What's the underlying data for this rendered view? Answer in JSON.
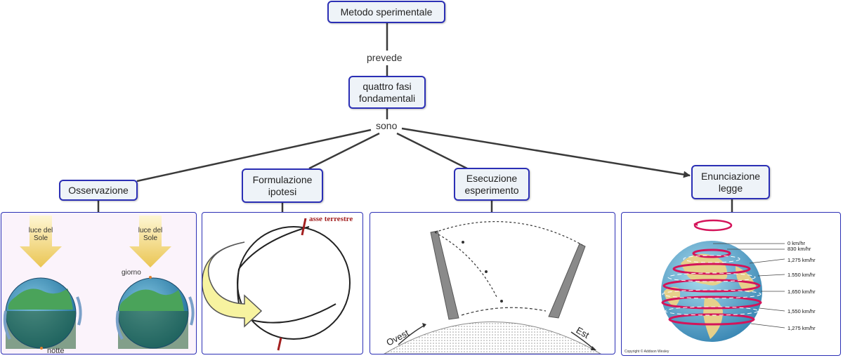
{
  "nodes": {
    "root": "Metodo sperimentale",
    "phases": "quattro fasi\nfondamentali",
    "observation": "Osservazione",
    "hypothesis": "Formulazione\nipotesi",
    "experiment": "Esecuzione\nesperimento",
    "law": "Enunciazione\nlegge"
  },
  "links": {
    "prevede": "prevede",
    "sono": "sono"
  },
  "panel_observation": {
    "sun_label_left": "luce del\nSole",
    "sun_label_right": "luce del\nSole",
    "day_label": "giorno",
    "night_label": "notte"
  },
  "panel_hypothesis": {
    "axis_label": "asse terrestre"
  },
  "panel_experiment": {
    "west_label": "Ovest",
    "east_label": "Est"
  },
  "panel_law": {
    "speeds": [
      "0 km/hr",
      "830 km/hr",
      "1,275 km/hr",
      "1.550 km/hr",
      "1,650 km/hr",
      "1,550 km/hr",
      "1,275 km/hr"
    ],
    "copyright": "Copyright © Addison Wesley"
  },
  "colors": {
    "node_border": "#2b2fb5",
    "node_fill": "#eef3f8",
    "line": "#3a3a3a",
    "arrow_red": "#d4145a",
    "sun_yellow": "#f0d060",
    "globe_ocean": "#3a8fb5",
    "globe_land": "#3b8f4a"
  }
}
